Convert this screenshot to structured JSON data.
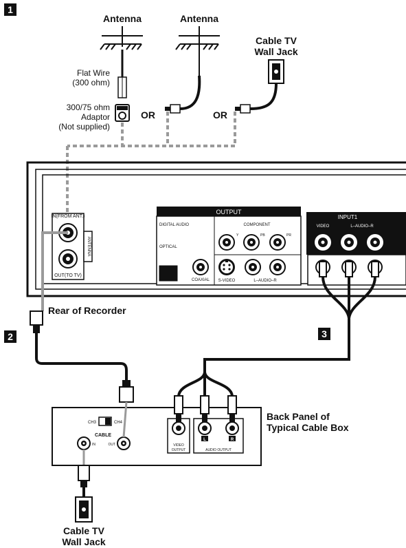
{
  "step_badges": {
    "one": "1",
    "two": "2",
    "three": "3"
  },
  "top": {
    "antenna_left": "Antenna",
    "antenna_right": "Antenna",
    "cable_tv_line1": "Cable TV",
    "cable_tv_line2": "Wall Jack",
    "flat_wire_line1": "Flat Wire",
    "flat_wire_line2": "(300 ohm)",
    "adaptor_line1": "300/75 ohm",
    "adaptor_line2": "Adaptor",
    "adaptor_line3": "(Not supplied)",
    "or_1": "OR",
    "or_2": "OR"
  },
  "recorder": {
    "ant_in": "IN(FROM ANT.)",
    "ant_out": "OUT(TO TV)",
    "antenna_tag": "ANTENNA",
    "output_header": "OUTPUT",
    "digital_audio": "DIGITAL AUDIO",
    "optical": "OPTICAL",
    "coaxial": "COAXIAL",
    "component": "COMPONENT",
    "comp_y": "Y",
    "comp_pb": "PB",
    "comp_pr": "PR",
    "svideo": "S-VIDEO",
    "audio_lr_out": "L–AUDIO–R",
    "input1_header": "INPUT1",
    "input1_video": "VIDEO",
    "input1_audio": "L–AUDIO–R",
    "rear_label": "Rear of Recorder"
  },
  "cable_box": {
    "title_line1": "Back Panel of",
    "title_line2": "Typical Cable Box",
    "ch3": "CH3",
    "ch4": "CH4",
    "cable": "CABLE",
    "in": "IN",
    "out": "OUT",
    "video_output_line1": "VIDEO",
    "video_output_line2": "OUTPUT",
    "audio_output": "AUDIO OUTPUT",
    "l": "L",
    "r": "R"
  },
  "bottom": {
    "cable_tv_line1": "Cable TV",
    "cable_tv_line2": "Wall Jack"
  }
}
